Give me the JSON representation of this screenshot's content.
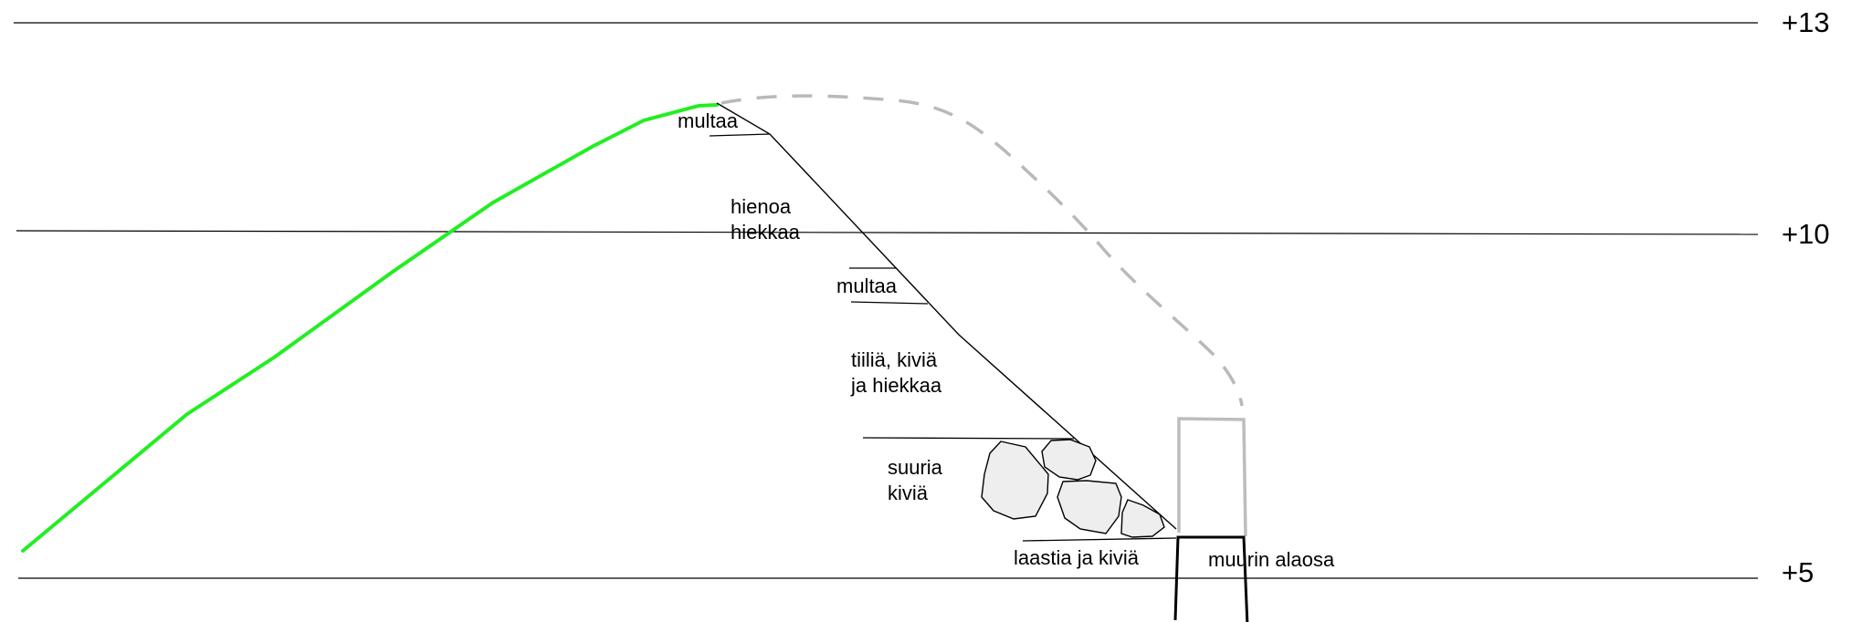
{
  "levels": [
    {
      "label": "+13"
    },
    {
      "label": "+10"
    },
    {
      "label": "+5"
    }
  ],
  "layers": {
    "multaa_top": "multaa",
    "hienoa_1": "hienoa",
    "hienoa_2": "hiekkaa",
    "multaa_mid": "multaa",
    "tiilia_1": "tiiliä, kiviä",
    "tiilia_2": "ja hiekkaa",
    "suuria_1": "suuria",
    "suuria_2": "kiviä",
    "laastia": "laastia ja kiviä",
    "muurin": "muurin alaosa"
  },
  "colors": {
    "ground_line": "#22ee22",
    "original_profile_dashed": "#b9b9b9",
    "old_wall": "#bdbdbd",
    "stone_fill": "#eeeeee"
  }
}
